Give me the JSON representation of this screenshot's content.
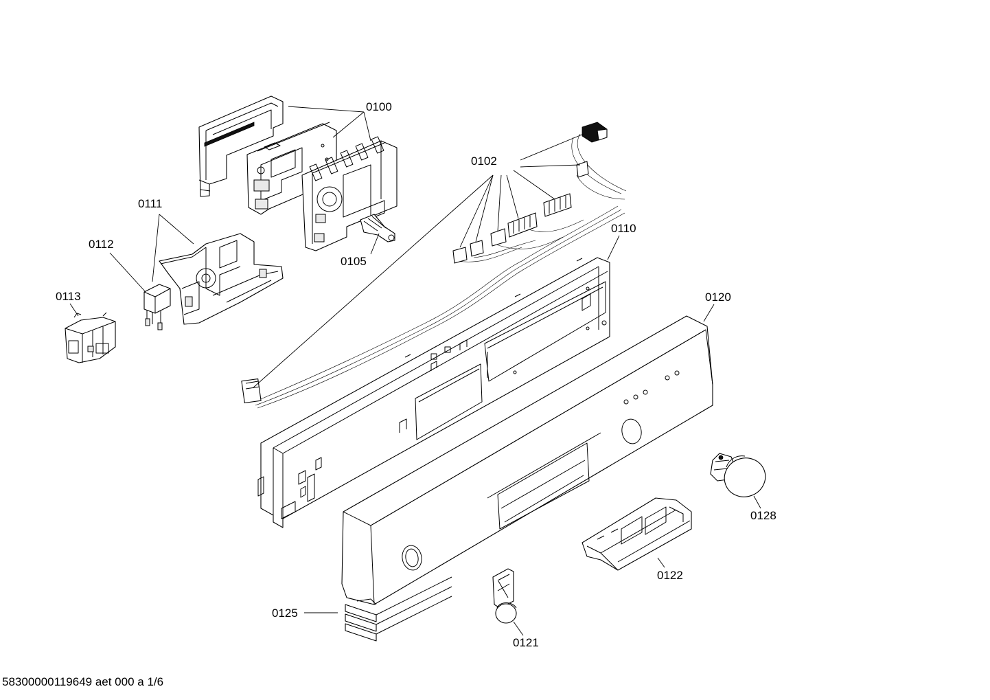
{
  "labels": {
    "p0100": "0100",
    "p0102": "0102",
    "p0105": "0105",
    "p0110": "0110",
    "p0111": "0111",
    "p0112": "0112",
    "p0113": "0113",
    "p0120": "0120",
    "p0121": "0121",
    "p0122": "0122",
    "p0125": "0125",
    "p0128": "0128"
  },
  "footer": {
    "document_id": "58300000119649 aet 000 a 1/6"
  }
}
